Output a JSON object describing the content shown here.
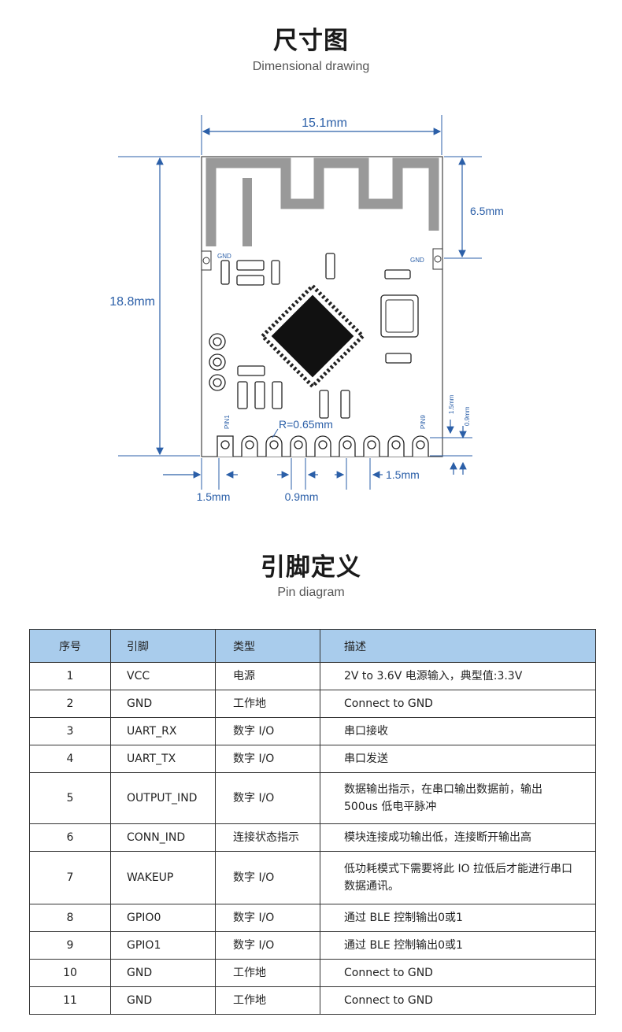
{
  "dimension_section": {
    "title": "尺寸图",
    "subtitle": "Dimensional drawing",
    "labels": {
      "width": "15.1mm",
      "height": "18.8mm",
      "antenna": "6.5mm",
      "gnd_left": "GND",
      "gnd_right": "GND",
      "pin1": "PIN1",
      "pin9": "PIN9",
      "radius": "R=0.65mm",
      "edge_offset": "1.5mm",
      "pad_width": "0.9mm",
      "pitch": "1.5mm",
      "pad_height": "1.5mm",
      "pad_depth": "0.9mm"
    },
    "colors": {
      "dimension": "#2b5fa8",
      "antenna": "#999999",
      "chip": "#111111"
    }
  },
  "pin_section": {
    "title": "引脚定义",
    "subtitle": "Pin diagram",
    "header_color": "#a9ccec",
    "columns": [
      "序号",
      "引脚",
      "类型",
      "描述"
    ],
    "rows": [
      [
        "1",
        "VCC",
        "电源",
        "2V to 3.6V 电源输入，典型值:3.3V"
      ],
      [
        "2",
        "GND",
        "工作地",
        "Connect to GND"
      ],
      [
        "3",
        "UART_RX",
        "数字 I/O",
        "串口接收"
      ],
      [
        "4",
        "UART_TX",
        "数字 I/O",
        "串口发送"
      ],
      [
        "5",
        "OUTPUT_IND",
        "数字 I/O",
        "数据输出指示，在串口输出数据前，输出 500us 低电平脉冲"
      ],
      [
        "6",
        "CONN_IND",
        "连接状态指示",
        "模块连接成功输出低，连接断开输出高"
      ],
      [
        "7",
        "WAKEUP",
        "数字 I/O",
        "低功耗模式下需要将此 IO 拉低后才能进行串口数据通讯。"
      ],
      [
        "8",
        "GPIO0",
        "数字 I/O",
        "通过 BLE 控制输出0或1"
      ],
      [
        "9",
        "GPIO1",
        "数字 I/O",
        "通过 BLE 控制输出0或1"
      ],
      [
        "10",
        "GND",
        "工作地",
        "Connect to GND"
      ],
      [
        "11",
        "GND",
        "工作地",
        "Connect to GND"
      ]
    ]
  }
}
